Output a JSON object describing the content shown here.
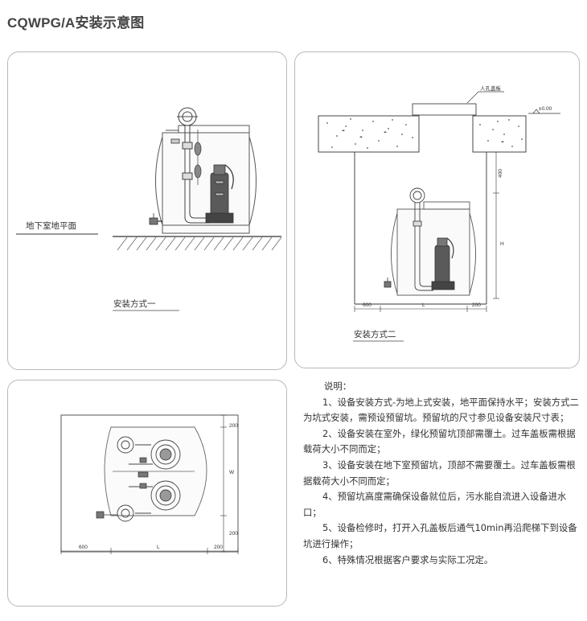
{
  "title": "CQWPG/A安装示意图",
  "panel1": {
    "floor_label": "地下室地平面",
    "caption": "安装方式一"
  },
  "panel2": {
    "manhole_label": "人孔盖板",
    "level_label": "±0.00",
    "dim_400": "400",
    "dim_h": "H",
    "dim_600": "600",
    "dim_l": "L",
    "dim_200": "200",
    "caption": "安装方式二"
  },
  "panel3": {
    "dim_top_200": "200",
    "dim_w": "W",
    "dim_right_200": "200",
    "dim_600": "600",
    "dim_l": "L",
    "dim_bottom_200": "200"
  },
  "notes": {
    "heading": "说明：",
    "items": [
      "1、设备安装方式-为地上式安装，地平面保持水平；安装方式二为坑式安装，需预设预留坑。预留坑的尺寸参见设备安装尺寸表；",
      "2、设备安装在室外，绿化预留坑顶部需覆土。过车盖板需根据载荷大小不同而定；",
      "3、设备安装在地下室预留坑，顶部不需要覆土。过车盖板需根据载荷大小不同而定；",
      "4、预留坑高度需确保设备就位后，污水能自流进入设备进水口；",
      "5、设备检修时，打开入孔盖板后通气10min再沿爬梯下到设备坑进行操作；",
      "6、特殊情况根据客户要求与实际工况定。"
    ]
  }
}
